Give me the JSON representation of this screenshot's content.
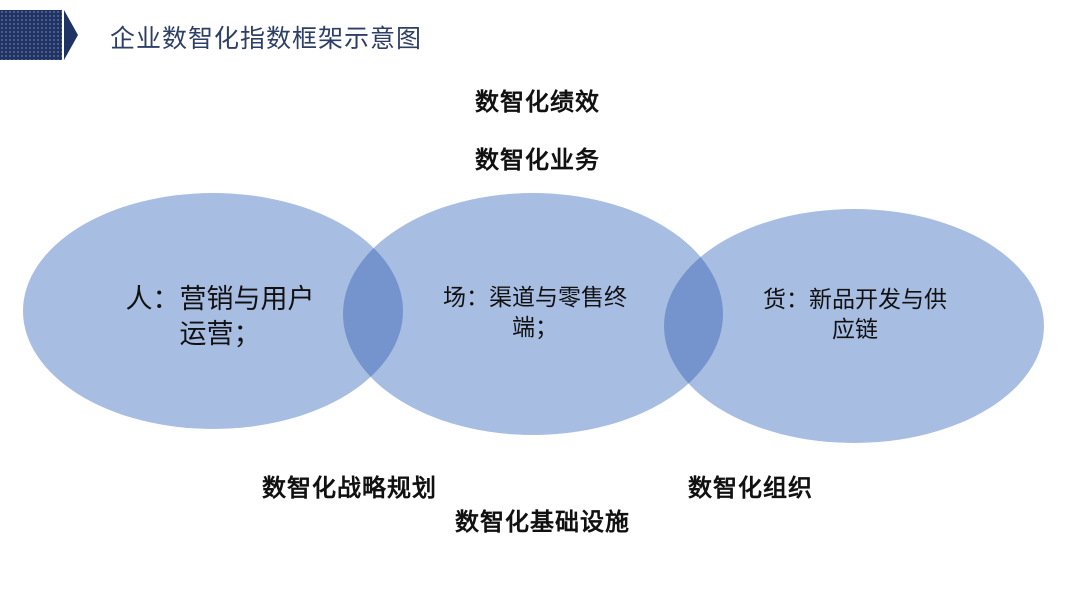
{
  "header": {
    "title": "企业数智化指数框架示意图"
  },
  "diagram": {
    "top_labels": [
      "数智化绩效",
      "数智化业务"
    ],
    "circles": [
      {
        "lines": [
          "人：营销与用户",
          "运营；"
        ]
      },
      {
        "lines": [
          "场：渠道与零售终",
          "端；"
        ]
      },
      {
        "lines": [
          "货：新品开发与供",
          "应链"
        ]
      }
    ],
    "bottom_labels": {
      "left": "数智化战略规划",
      "center": "数智化基础设施",
      "right": "数智化组织"
    },
    "colors": {
      "circle_fill": "#a8bde2",
      "overlap_fill": "#7593cd",
      "header_dark": "#1f3364",
      "title_text": "#2e3f66"
    }
  }
}
